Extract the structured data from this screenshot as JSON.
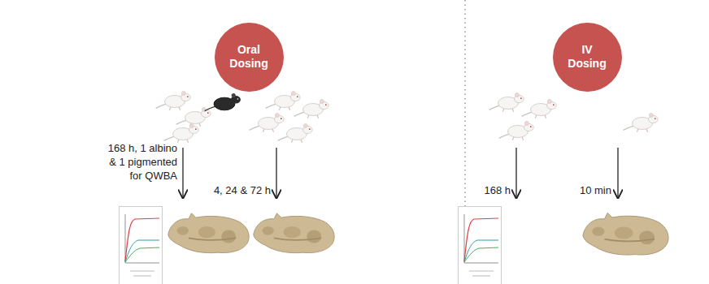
{
  "diagram": {
    "nodes": [
      {
        "text": [
          "Oral Dosing"
        ]
      },
      {
        "text": [
          "IV Dosing"
        ]
      }
    ],
    "labels": [
      "168 h, 1 albino & 1 pigmented for QWBA",
      "4, 24 & 72 h",
      "168 h",
      "10 min"
    ]
  }
}
